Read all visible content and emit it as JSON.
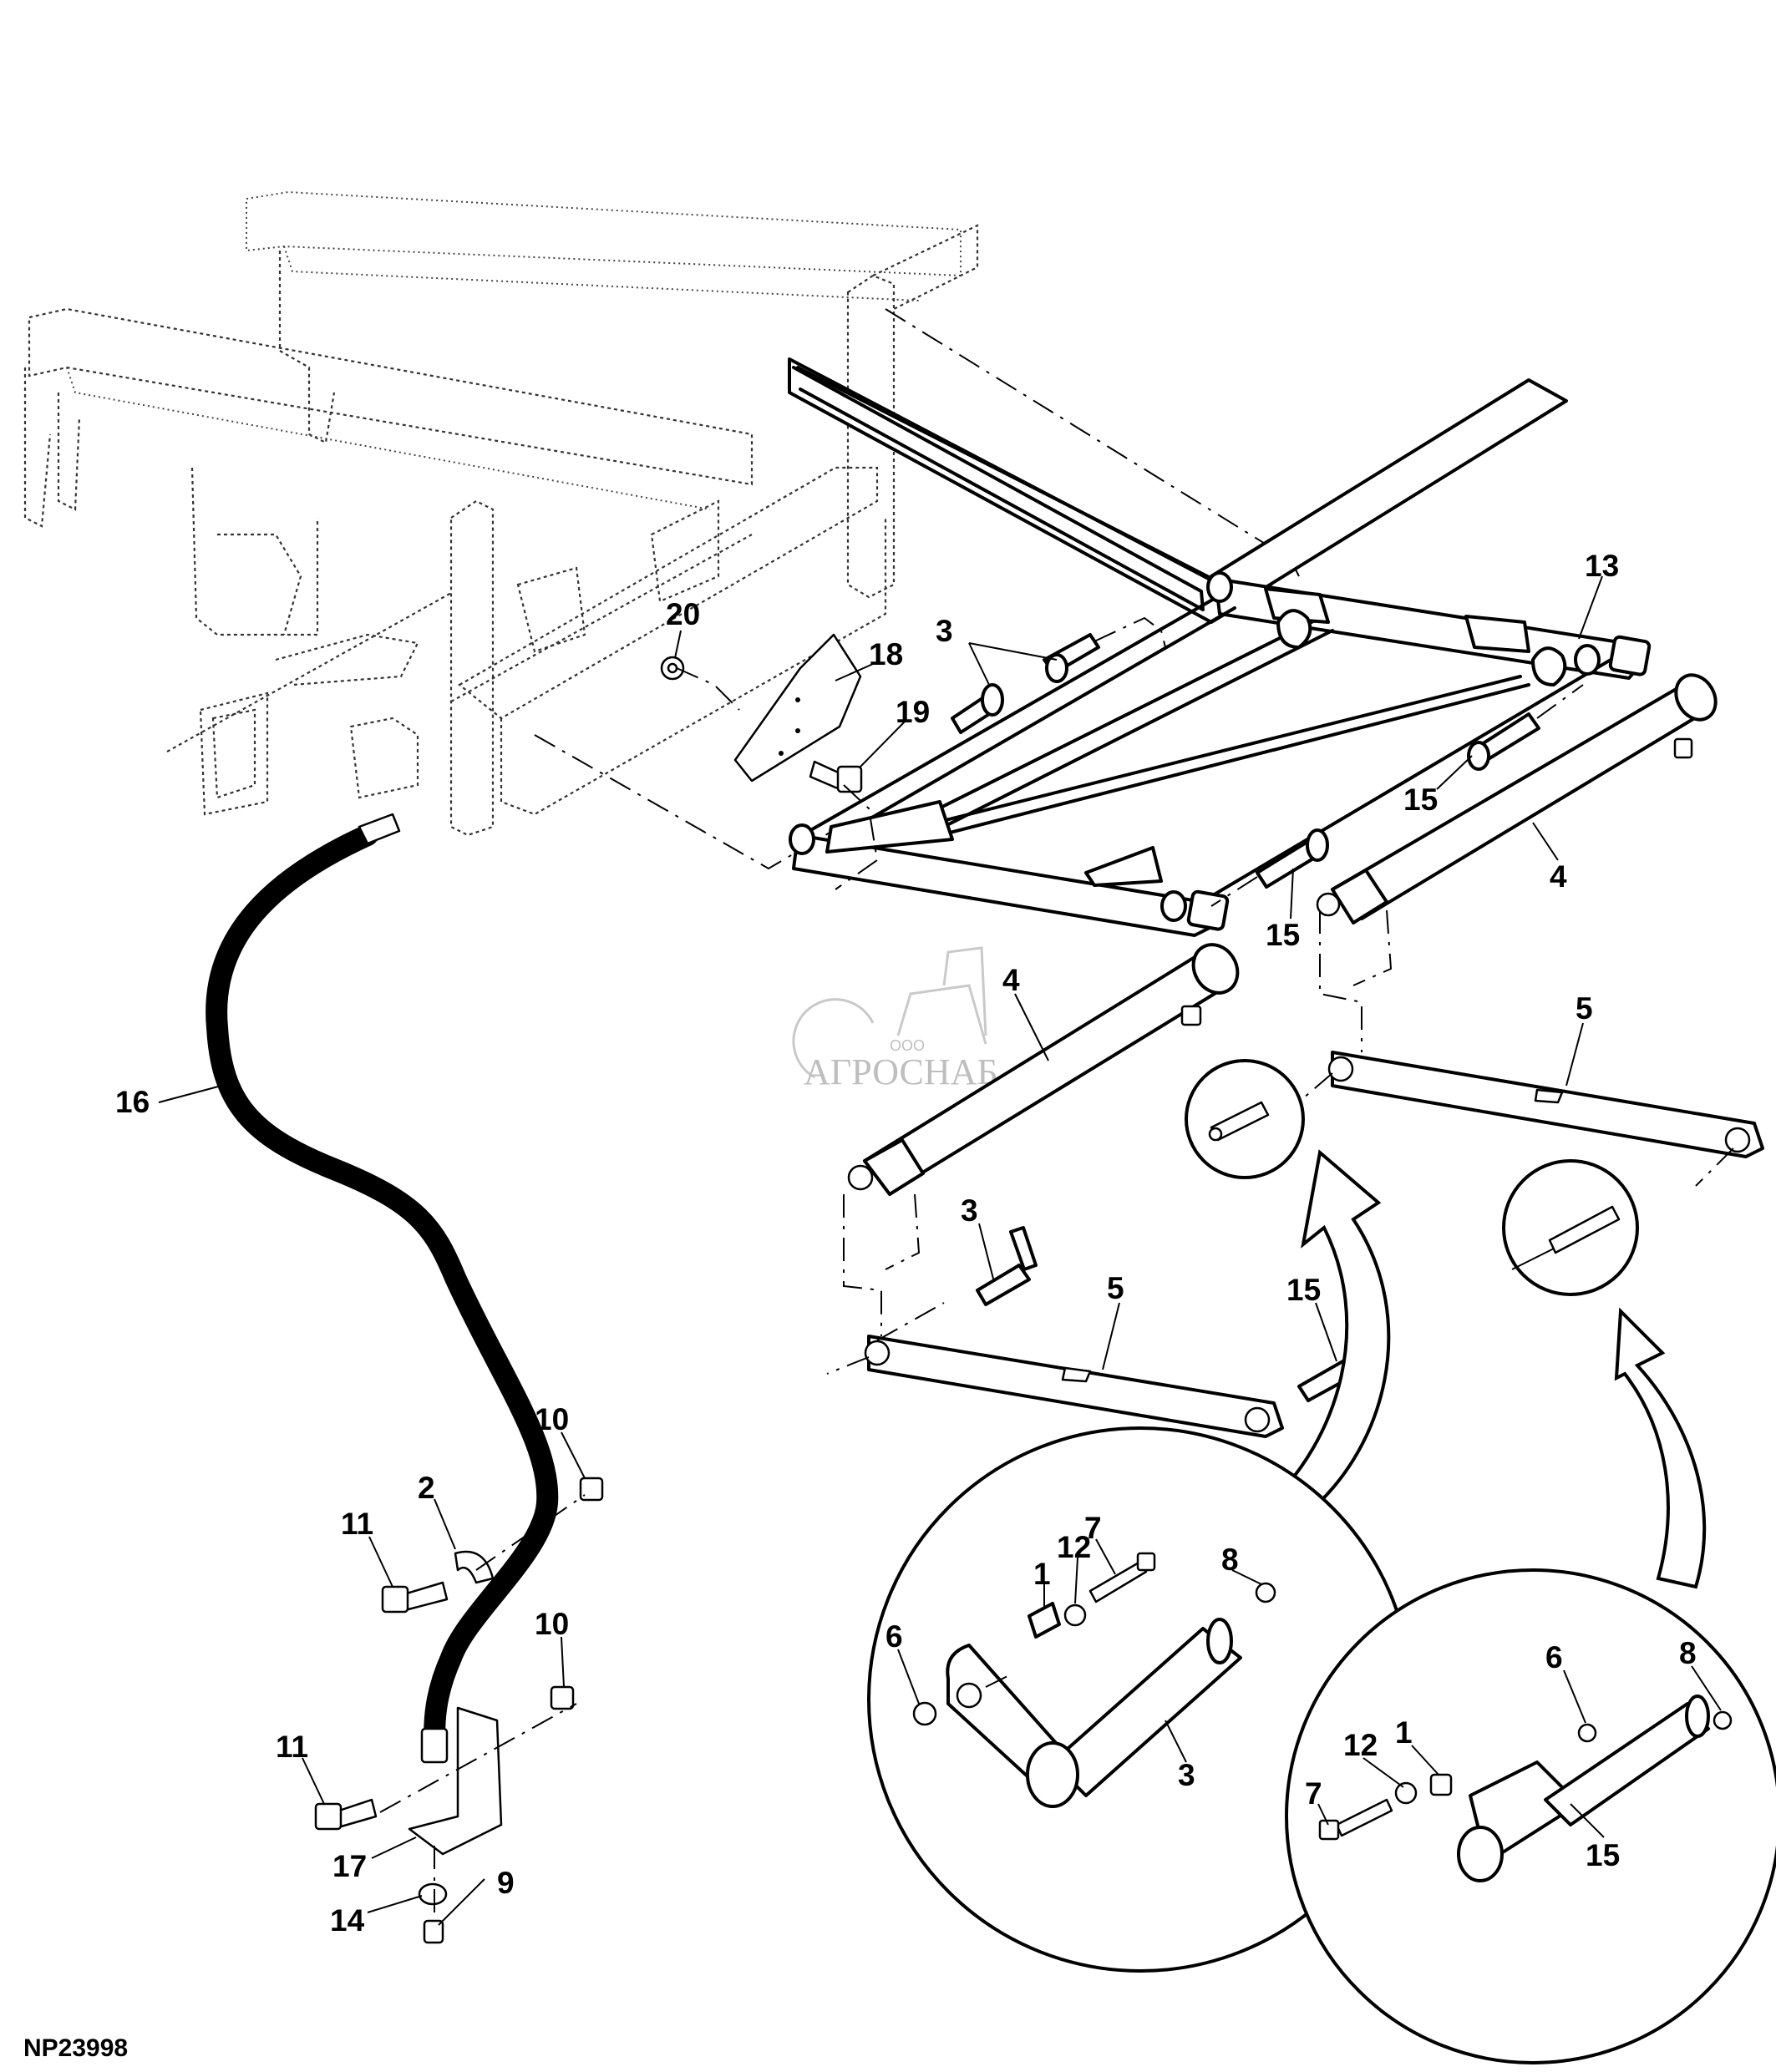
{
  "figure": {
    "id": "NP23998",
    "watermark": {
      "prefix": "ООО",
      "name": "АГРОСНАБ"
    }
  },
  "callouts": [
    {
      "id": "c20",
      "label": "20",
      "part": "nut"
    },
    {
      "id": "c18",
      "label": "18",
      "part": "plate"
    },
    {
      "id": "c19",
      "label": "19",
      "part": "bolt"
    },
    {
      "id": "c3a",
      "label": "3",
      "part": "pin"
    },
    {
      "id": "c13",
      "label": "13",
      "part": "lift-frame"
    },
    {
      "id": "c15a",
      "label": "15",
      "part": "pin"
    },
    {
      "id": "c4a",
      "label": "4",
      "part": "cylinder"
    },
    {
      "id": "c15b",
      "label": "15",
      "part": "pin"
    },
    {
      "id": "c4b",
      "label": "4",
      "part": "cylinder"
    },
    {
      "id": "c5a",
      "label": "5",
      "part": "lift-arm"
    },
    {
      "id": "c3b",
      "label": "3",
      "part": "pin"
    },
    {
      "id": "c5b",
      "label": "5",
      "part": "lift-arm"
    },
    {
      "id": "c15c",
      "label": "15",
      "part": "pin"
    },
    {
      "id": "c16",
      "label": "16",
      "part": "hose"
    },
    {
      "id": "c10a",
      "label": "10",
      "part": "nut"
    },
    {
      "id": "c2",
      "label": "2",
      "part": "clamp"
    },
    {
      "id": "c11a",
      "label": "11",
      "part": "bolt"
    },
    {
      "id": "c10b",
      "label": "10",
      "part": "nut"
    },
    {
      "id": "c11b",
      "label": "11",
      "part": "bolt"
    },
    {
      "id": "c17",
      "label": "17",
      "part": "bracket"
    },
    {
      "id": "c14",
      "label": "14",
      "part": "nut"
    },
    {
      "id": "c9",
      "label": "9",
      "part": "grease-fitting"
    },
    {
      "id": "d1_1",
      "label": "1",
      "part": "bushing"
    },
    {
      "id": "d1_12",
      "label": "12",
      "part": "washer"
    },
    {
      "id": "d1_7",
      "label": "7",
      "part": "bolt"
    },
    {
      "id": "d1_8",
      "label": "8",
      "part": "grease-fitting"
    },
    {
      "id": "d1_6",
      "label": "6",
      "part": "nut"
    },
    {
      "id": "d1_3",
      "label": "3",
      "part": "pin"
    },
    {
      "id": "d2_6",
      "label": "6",
      "part": "nut"
    },
    {
      "id": "d2_8",
      "label": "8",
      "part": "grease-fitting"
    },
    {
      "id": "d2_12",
      "label": "12",
      "part": "washer"
    },
    {
      "id": "d2_1",
      "label": "1",
      "part": "bushing"
    },
    {
      "id": "d2_7",
      "label": "7",
      "part": "bolt"
    },
    {
      "id": "d2_15",
      "label": "15",
      "part": "pin"
    }
  ]
}
